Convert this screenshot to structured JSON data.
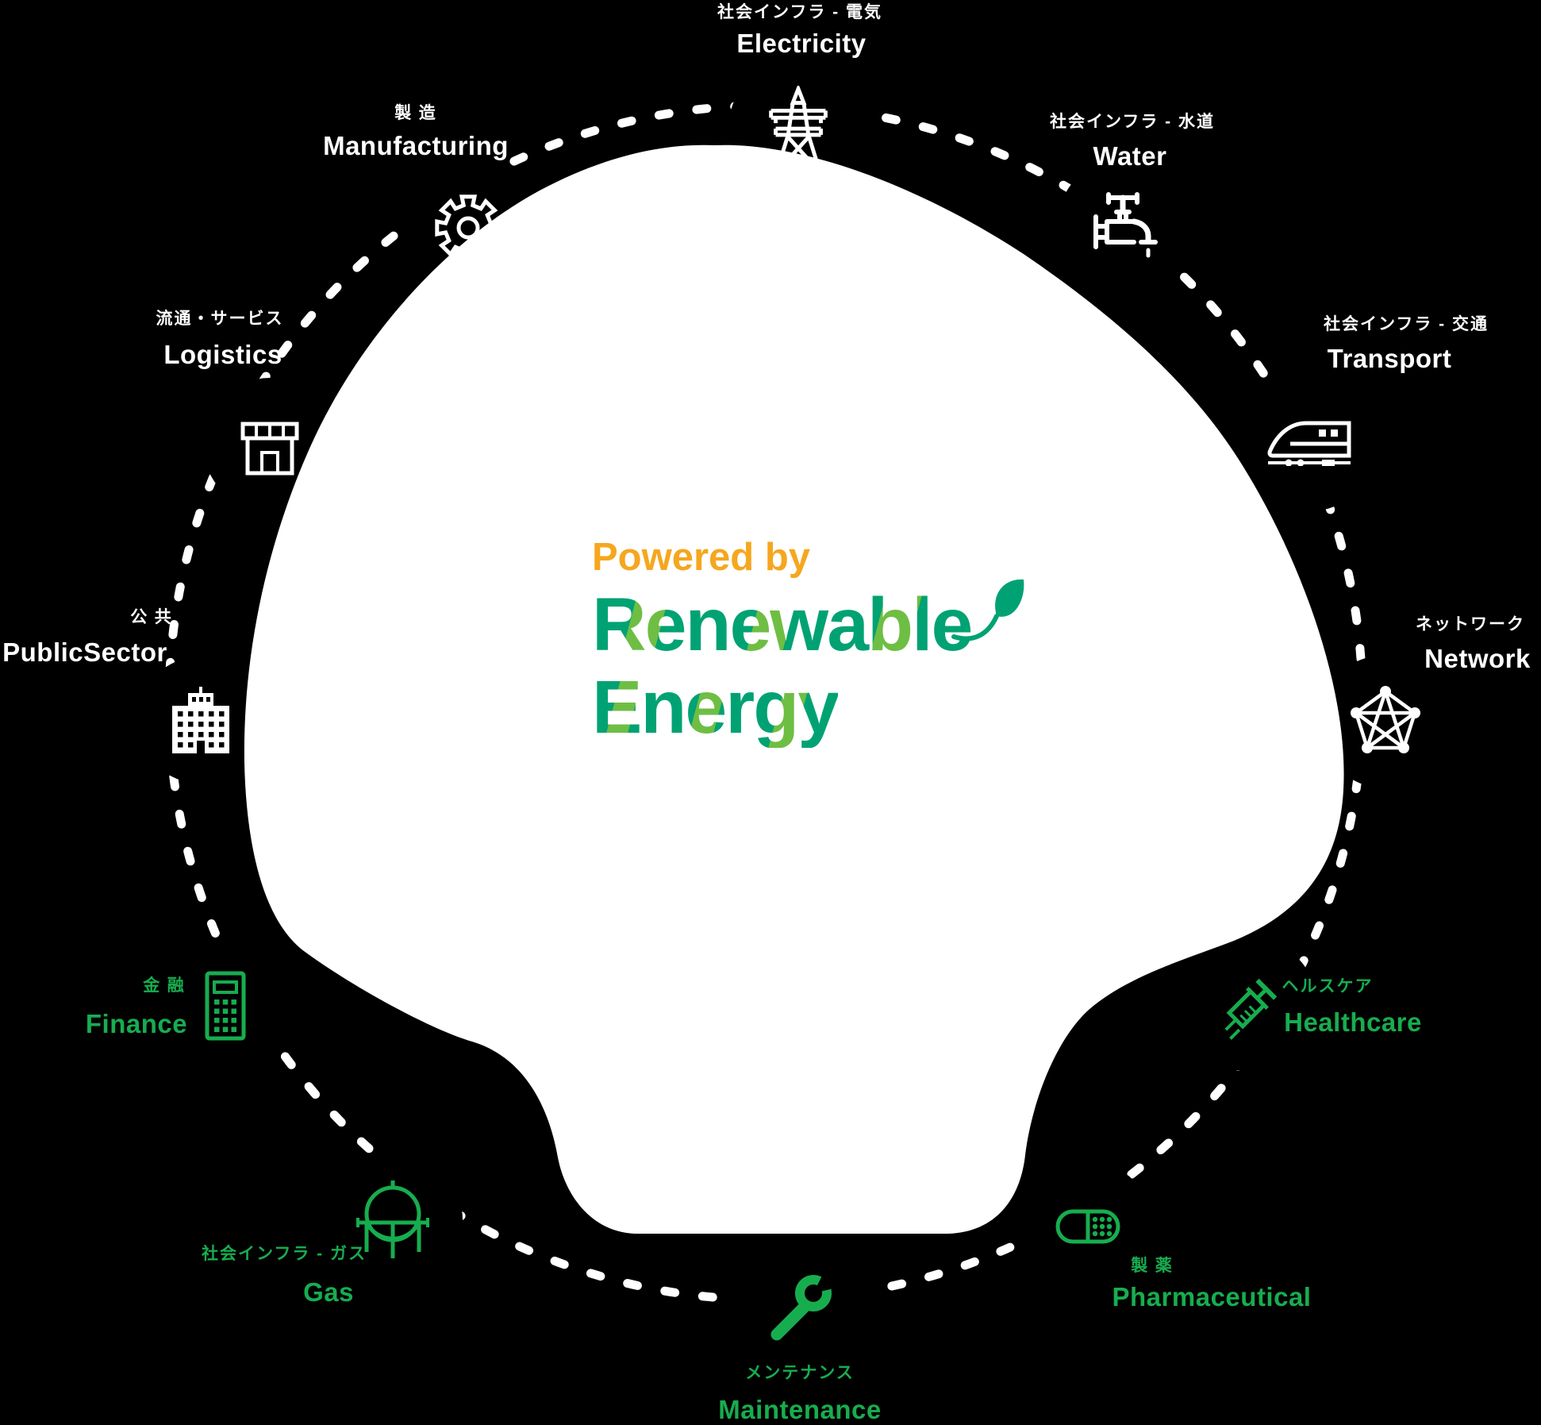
{
  "logo": {
    "powered_by": "Powered by",
    "line1": "Renewable",
    "line2": "Energy"
  },
  "colors": {
    "background": "#000000",
    "white_group": "#FFFFFF",
    "green_group": "#17AD4F",
    "powered_by_orange": "#F5A71E",
    "logo_teal": "#00A273",
    "logo_light_green": "#6EBE44"
  },
  "sectors": [
    {
      "id": "electricity",
      "jp": "社会インフラ - 電気",
      "en": "Electricity",
      "icon": "transmission-tower-icon",
      "color_group": "white"
    },
    {
      "id": "water",
      "jp": "社会インフラ - 水道",
      "en": "Water",
      "icon": "faucet-icon",
      "color_group": "white"
    },
    {
      "id": "transport",
      "jp": "社会インフラ - 交通",
      "en": "Transport",
      "icon": "bullet-train-icon",
      "color_group": "white"
    },
    {
      "id": "network",
      "jp": "ネットワーク",
      "en": "Network",
      "icon": "network-mesh-icon",
      "color_group": "white"
    },
    {
      "id": "healthcare",
      "jp": "ヘルスケア",
      "en": "Healthcare",
      "icon": "syringe-icon",
      "color_group": "green"
    },
    {
      "id": "pharmaceutical",
      "jp": "製薬",
      "en": "Pharmaceutical",
      "icon": "capsule-icon",
      "color_group": "green"
    },
    {
      "id": "maintenance",
      "jp": "メンテナンス",
      "en": "Maintenance",
      "icon": "wrench-icon",
      "color_group": "green"
    },
    {
      "id": "gas",
      "jp": "社会インフラ - ガス",
      "en": "Gas",
      "icon": "gas-holder-icon",
      "color_group": "green"
    },
    {
      "id": "finance",
      "jp": "金融",
      "en": "Finance",
      "icon": "calculator-icon",
      "color_group": "green"
    },
    {
      "id": "publicsector",
      "jp": "公共",
      "en": "PublicSector",
      "icon": "government-building-icon",
      "color_group": "white"
    },
    {
      "id": "logistics",
      "jp": "流通・サービス",
      "en": "Logistics",
      "icon": "storefront-icon",
      "color_group": "white"
    },
    {
      "id": "manufacturing",
      "jp": "製造",
      "en": "Manufacturing",
      "icon": "gear-icon",
      "color_group": "white"
    }
  ]
}
